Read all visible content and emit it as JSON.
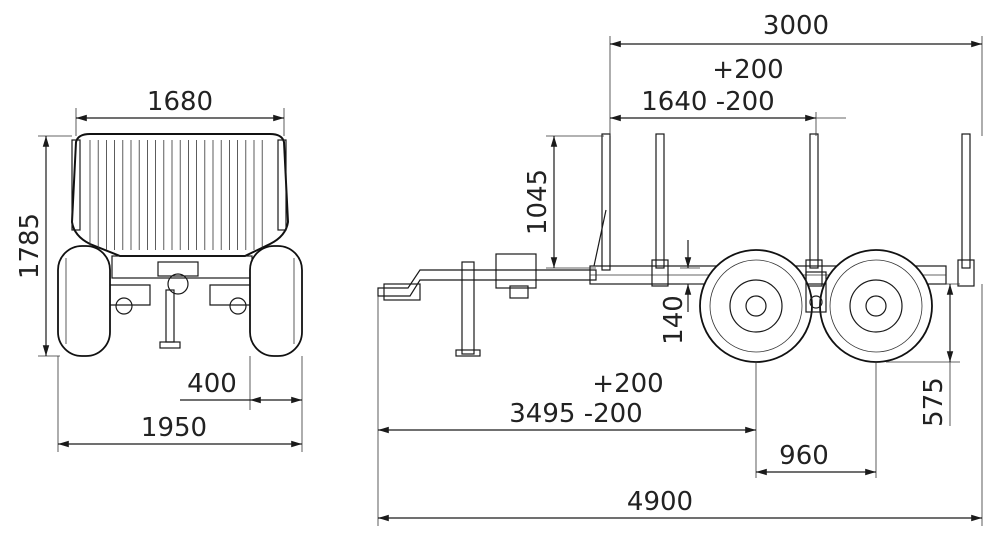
{
  "front_view": {
    "width_top": "1680",
    "height": "1785",
    "track_offset": "400",
    "overall_width": "1950"
  },
  "side_view": {
    "overall_length": "4900",
    "bunk_span": "3000",
    "bunk_offset_tol_plus": "+200",
    "bunk_offset": "1640 -200",
    "stake_height": "1045",
    "ground_clearance": "140",
    "drawbar_tol_plus": "+200",
    "drawbar_to_axle": "3495 -200",
    "axle_spacing": "960",
    "frame_height": "575"
  },
  "colors": {
    "line": "#1a1a1a",
    "background": "#ffffff"
  }
}
